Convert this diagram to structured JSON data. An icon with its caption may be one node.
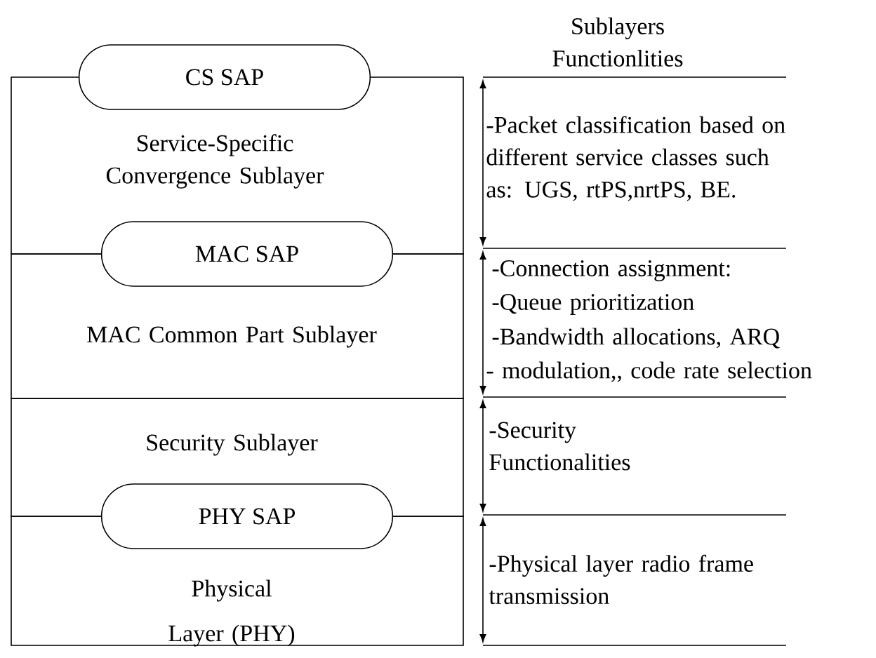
{
  "diagram": {
    "nodes": [
      {
        "text": [
          "Service-Specific Convergence Sublayer"
        ]
      },
      {
        "text": [
          "MAC Common Part Sublayer"
        ]
      },
      {
        "text": [
          "Security Sublayer"
        ]
      },
      {
        "text": [
          "Physical Layer (PHY)"
        ]
      },
      {
        "text": [
          "CS SAP"
        ]
      },
      {
        "text": [
          "MAC SAP"
        ]
      },
      {
        "text": [
          "PHY SAP"
        ]
      }
    ],
    "edges": [],
    "labels": [
      "Sublayers Functionlities",
      "-Packet classification based on different service classes such as:  UGS, rtPS,nrtPS, BE.",
      "-Connection assignment:",
      "-Queue prioritization",
      "-Bandwidth allocations, ARQ",
      "- modulation,, code rate selection",
      "-Security Functionalities",
      "-Physical layer radio frame transmission"
    ]
  }
}
